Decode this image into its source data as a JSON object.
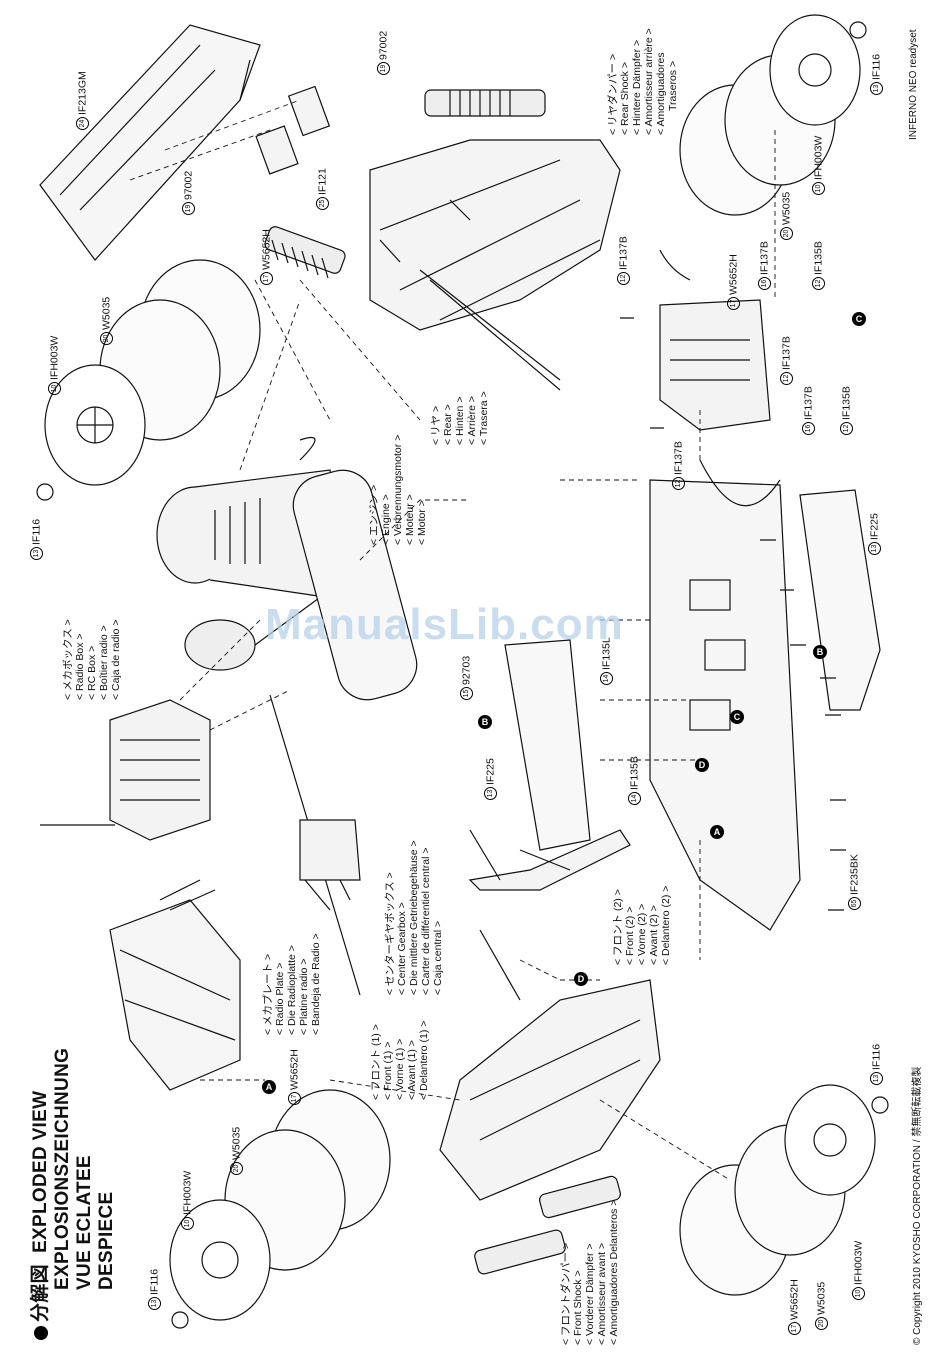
{
  "title": {
    "jp": "分解図",
    "lines": [
      "EXPLODED VIEW",
      "EXPLOSIONSZEICHNUNG",
      "VUE ECLATEE",
      "DESPIECE"
    ]
  },
  "product": "INFERNO NEO readyset",
  "footer": "© Copyright 2010 KYOSHO CORPORATION / 禁無断転載複製",
  "watermark": "ManualsLib.com",
  "groups": {
    "radio_box": [
      "< メカボックス >",
      "< Radio Box >",
      "< RC Box >",
      "< Boîtier radio >",
      "< Caja de radio >"
    ],
    "engine": [
      "< エンジン >",
      "< Engine >",
      "< Verbrennungsmotor >",
      "< Moteur >",
      "< Motor >"
    ],
    "rear": [
      "< リヤ >",
      "< Rear >",
      "< Hinten >",
      "< Arrière >",
      "< Trasera >"
    ],
    "rear_shock": [
      "< リヤダンパー >",
      "< Rear Shock >",
      "< Hintere Dämpfer >",
      "< Amortisseur arrière >",
      "< Amortiguadores",
      "Traseros >"
    ],
    "radio_plate": [
      "< メカプレート >",
      "< Radio Plate >",
      "< Die Radioplatte >",
      "< Platine radio >",
      "< Bandeja de Radio >"
    ],
    "center_gearbox": [
      "< センターギヤボックス >",
      "< Center Gearbox >",
      "< Die mittlere Getriebegehäuse >",
      "< Carter de différentiel central >",
      "< Caja central >"
    ],
    "front1": [
      "< フロント (1) >",
      "< Front (1) >",
      "< Vorne (1) >",
      "< Avant (1) >",
      "< Delantero (1) >"
    ],
    "front2": [
      "< フロント (2) >",
      "< Front (2) >",
      "< Vorne (2) >",
      "< Avant (2) >",
      "< Delantero (2) >"
    ],
    "front_shock": [
      "< フロントダンパー >",
      "< Front Shock >",
      "< Vorderer Dämpfer >",
      "< Amortisseur avant >",
      "< Amortiguadores Delanteros >"
    ]
  },
  "parts": {
    "p1": {
      "num": "24",
      "code": "IF213GM"
    },
    "p2": {
      "num": "19",
      "code": "97002"
    },
    "p3": {
      "num": "25",
      "code": "IF121"
    },
    "p4": {
      "num": "19",
      "code": "97002"
    },
    "p5": {
      "num": "17",
      "code": "W5652H"
    },
    "p6": {
      "num": "20",
      "code": "W5035"
    },
    "p7": {
      "num": "10",
      "code": "IFH003W"
    },
    "p8": {
      "num": "13",
      "code": "IF116"
    },
    "p9": {
      "num": "12",
      "code": "IF137B"
    },
    "p10": {
      "num": "17",
      "code": "W5652H"
    },
    "p11": {
      "num": "20",
      "code": "W5035"
    },
    "p12": {
      "num": "10",
      "code": "IFH003W"
    },
    "p13": {
      "num": "13",
      "code": "IF116"
    },
    "p14": {
      "num": "16",
      "code": "IF137B"
    },
    "p15": {
      "num": "12",
      "code": "IF135B"
    },
    "p16": {
      "num": "12",
      "code": "IF137B"
    },
    "p17": {
      "num": "16",
      "code": "IF137B"
    },
    "p18": {
      "num": "12",
      "code": "IF135B"
    },
    "p19": {
      "num": "12",
      "code": "IF137B"
    },
    "p20": {
      "num": "13",
      "code": "IF225"
    },
    "p21": {
      "num": "14",
      "code": "IF135L"
    },
    "p22": {
      "num": "15",
      "code": "92703"
    },
    "p23": {
      "num": "13",
      "code": "IF225"
    },
    "p24": {
      "num": "14",
      "code": "IF135B"
    },
    "p25": {
      "num": "65",
      "code": "IF235BK"
    },
    "p26": {
      "num": "17",
      "code": "W5652H"
    },
    "p27": {
      "num": "20",
      "code": "W5035"
    },
    "p28": {
      "num": "10",
      "code": "IFH003W"
    },
    "p29": {
      "num": "13",
      "code": "IF116"
    },
    "p30": {
      "num": "13",
      "code": "IF116"
    },
    "p31": {
      "num": "10",
      "code": "IFH003W"
    },
    "p32": {
      "num": "20",
      "code": "W5035"
    },
    "p33": {
      "num": "17",
      "code": "W5652H"
    }
  },
  "letters": [
    "A",
    "B",
    "C",
    "D",
    "B",
    "C",
    "D",
    "A"
  ]
}
